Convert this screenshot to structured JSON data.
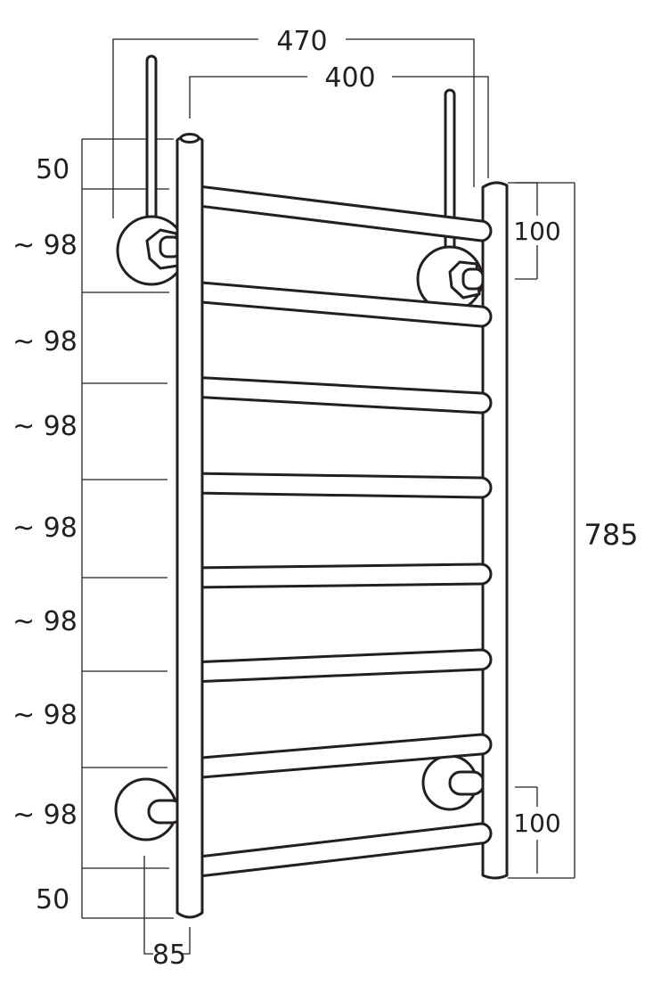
{
  "dimensions": {
    "overall_width": "470",
    "centre_width": "400",
    "right_top_spacing": "100",
    "right_bottom_spacing": "100",
    "height": "785",
    "left_top": "50",
    "left_bottom": "50",
    "rail_gaps": [
      "~ 98",
      "~ 98",
      "~ 98",
      "~ 98",
      "~ 98",
      "~ 98",
      "~ 98"
    ],
    "bottom_offset": "85"
  }
}
